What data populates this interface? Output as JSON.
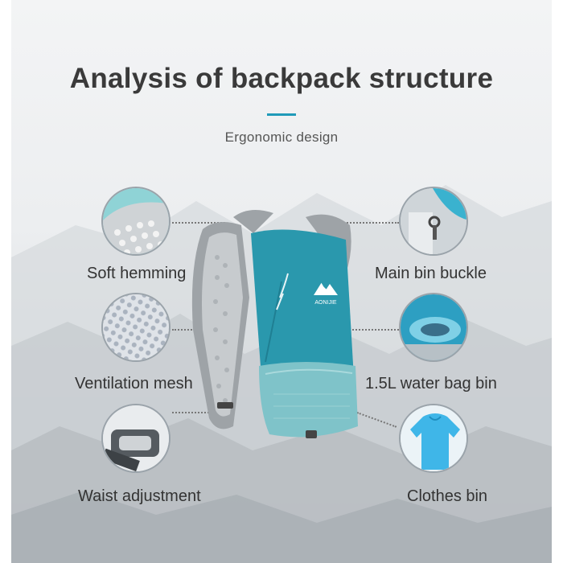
{
  "title": "Analysis of backpack structure",
  "subtitle": "Ergonomic design",
  "brand": "AONIJIE",
  "features": {
    "soft_hemming": "Soft hemming",
    "ventilation_mesh": "Ventilation mesh",
    "waist_adjustment": "Waist adjustment",
    "main_bin_buckle": "Main bin buckle",
    "water_bag_bin": "1.5L water bag bin",
    "clothes_bin": "Clothes bin"
  },
  "colors": {
    "accent": "#1f9ab8",
    "backpack_teal": "#2a98ad",
    "backpack_light": "#7fc3c9",
    "frame_grey": "#9ea3a7"
  }
}
